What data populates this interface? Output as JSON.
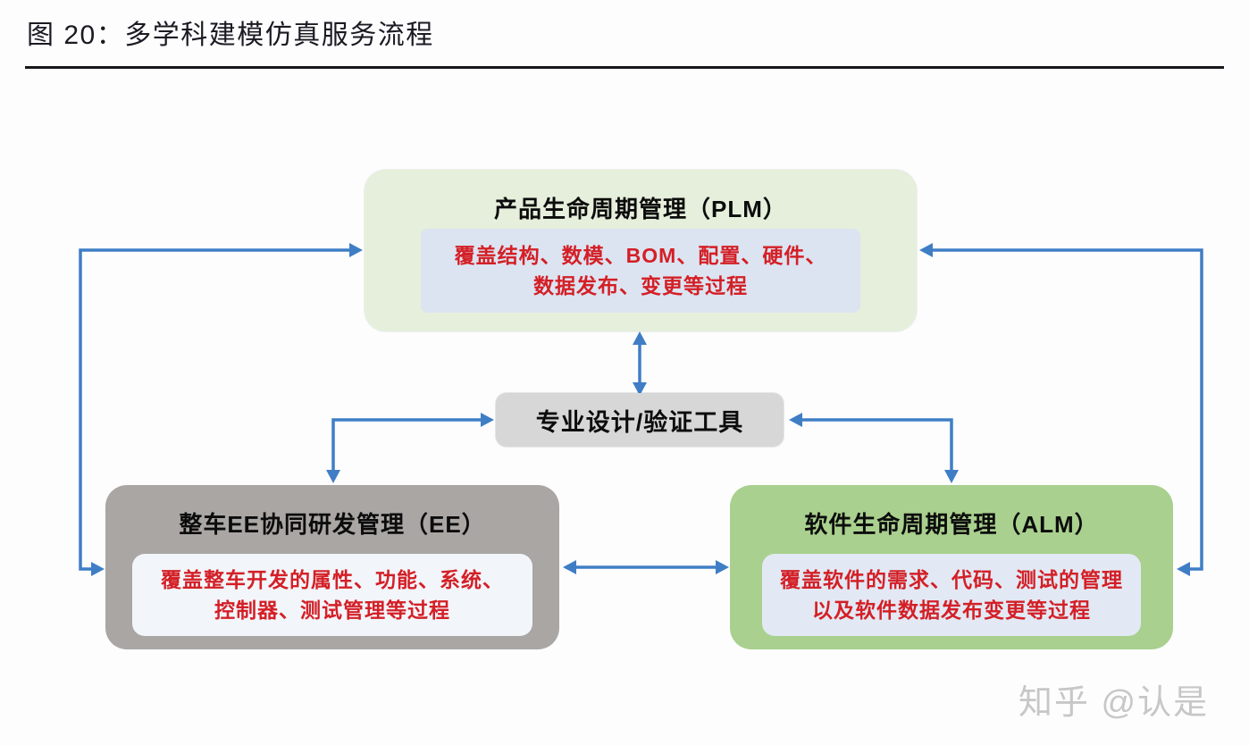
{
  "header": {
    "figure_title": "图 20：多学科建模仿真服务流程"
  },
  "nodes": {
    "plm": {
      "title": "产品生命周期管理（PLM）",
      "detail_lines": [
        "覆盖结构、数模、BOM、配置、硬件、",
        "数据发布、变更等过程"
      ]
    },
    "tools": {
      "title": "专业设计/验证工具"
    },
    "ee": {
      "title": "整车EE协同研发管理（EE）",
      "detail_lines": [
        "覆盖整车开发的属性、功能、系统、",
        "控制器、测试管理等过程"
      ]
    },
    "alm": {
      "title": "软件生命周期管理（ALM）",
      "detail_lines": [
        "覆盖软件的需求、代码、测试的管理",
        "以及软件数据发布变更等过程"
      ]
    }
  },
  "watermark": {
    "text": "知乎 @认是"
  },
  "colors": {
    "arrow": "#3f7ec5",
    "red_text": "#d41f26",
    "plm_fill": "#e5efdb",
    "plm_inner_fill": "#dce4f1",
    "tools_fill": "#d7d7d7",
    "ee_fill": "#a9a6a4",
    "ee_inner_fill": "#f2f5fa",
    "alm_fill": "#a9d08e",
    "alm_inner_fill": "#e2e9f4",
    "title_text": "#1a1a22",
    "watermark_text": "#c7c7c7"
  }
}
